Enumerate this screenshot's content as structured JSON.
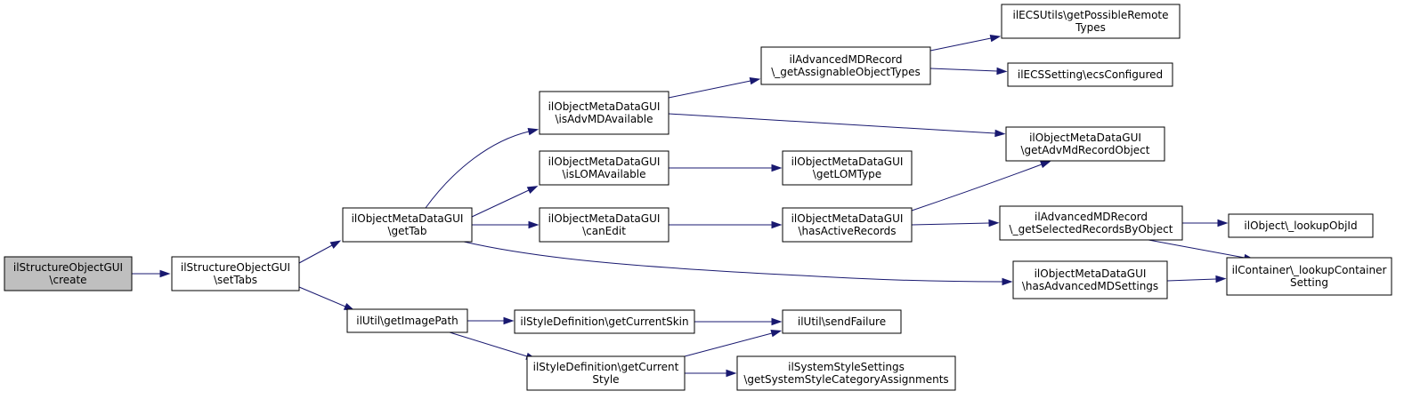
{
  "colors": {
    "edge": "#191970",
    "root_fill": "#bfbfbf",
    "node_fill": "#ffffff",
    "node_border": "#000000"
  },
  "nodes": [
    {
      "id": "n0",
      "lines": [
        "ilStructureObjectGUI",
        "\\create"
      ]
    },
    {
      "id": "n1",
      "lines": [
        "ilStructureObjectGUI",
        "\\setTabs"
      ]
    },
    {
      "id": "n2",
      "lines": [
        "ilObjectMetaDataGUI",
        "\\getTab"
      ]
    },
    {
      "id": "n3",
      "lines": [
        "ilUtil\\getImagePath"
      ]
    },
    {
      "id": "n4",
      "lines": [
        "ilObjectMetaDataGUI",
        "\\isAdvMDAvailable"
      ]
    },
    {
      "id": "n5",
      "lines": [
        "ilObjectMetaDataGUI",
        "\\isLOMAvailable"
      ]
    },
    {
      "id": "n6",
      "lines": [
        "ilObjectMetaDataGUI",
        "\\canEdit"
      ]
    },
    {
      "id": "n7",
      "lines": [
        "ilAdvancedMDRecord",
        "\\_getAssignableObjectTypes"
      ]
    },
    {
      "id": "n8",
      "lines": [
        "ilObjectMetaDataGUI",
        "\\getLOMType"
      ]
    },
    {
      "id": "n9",
      "lines": [
        "ilObjectMetaDataGUI",
        "\\hasActiveRecords"
      ]
    },
    {
      "id": "n10",
      "lines": [
        "ilECSUtils\\getPossibleRemote",
        "Types"
      ]
    },
    {
      "id": "n11",
      "lines": [
        "ilECSSetting\\ecsConfigured"
      ]
    },
    {
      "id": "n12",
      "lines": [
        "ilObjectMetaDataGUI",
        "\\getAdvMdRecordObject"
      ]
    },
    {
      "id": "n13",
      "lines": [
        "ilAdvancedMDRecord",
        "\\_getSelectedRecordsByObject"
      ]
    },
    {
      "id": "n14",
      "lines": [
        "ilObjectMetaDataGUI",
        "\\hasAdvancedMDSettings"
      ]
    },
    {
      "id": "n15",
      "lines": [
        "ilObject\\_lookupObjId"
      ]
    },
    {
      "id": "n16",
      "lines": [
        "ilContainer\\_lookupContainer",
        "Setting"
      ]
    },
    {
      "id": "n17",
      "lines": [
        "ilStyleDefinition\\getCurrentSkin"
      ]
    },
    {
      "id": "n18",
      "lines": [
        "ilStyleDefinition\\getCurrent",
        "Style"
      ]
    },
    {
      "id": "n19",
      "lines": [
        "ilUtil\\sendFailure"
      ]
    },
    {
      "id": "n20",
      "lines": [
        "ilSystemStyleSettings",
        "\\getSystemStyleCategoryAssignments"
      ]
    }
  ],
  "edges": [
    {
      "from": "n0",
      "to": "n1"
    },
    {
      "from": "n1",
      "to": "n2"
    },
    {
      "from": "n1",
      "to": "n3"
    },
    {
      "from": "n2",
      "to": "n4"
    },
    {
      "from": "n2",
      "to": "n5"
    },
    {
      "from": "n2",
      "to": "n6"
    },
    {
      "from": "n2",
      "to": "n14"
    },
    {
      "from": "n4",
      "to": "n7"
    },
    {
      "from": "n4",
      "to": "n12"
    },
    {
      "from": "n7",
      "to": "n10"
    },
    {
      "from": "n7",
      "to": "n11"
    },
    {
      "from": "n5",
      "to": "n8"
    },
    {
      "from": "n6",
      "to": "n9"
    },
    {
      "from": "n9",
      "to": "n12"
    },
    {
      "from": "n9",
      "to": "n13"
    },
    {
      "from": "n13",
      "to": "n15"
    },
    {
      "from": "n13",
      "to": "n16"
    },
    {
      "from": "n14",
      "to": "n16"
    },
    {
      "from": "n3",
      "to": "n17"
    },
    {
      "from": "n3",
      "to": "n18"
    },
    {
      "from": "n17",
      "to": "n19"
    },
    {
      "from": "n18",
      "to": "n19"
    },
    {
      "from": "n18",
      "to": "n20"
    }
  ]
}
